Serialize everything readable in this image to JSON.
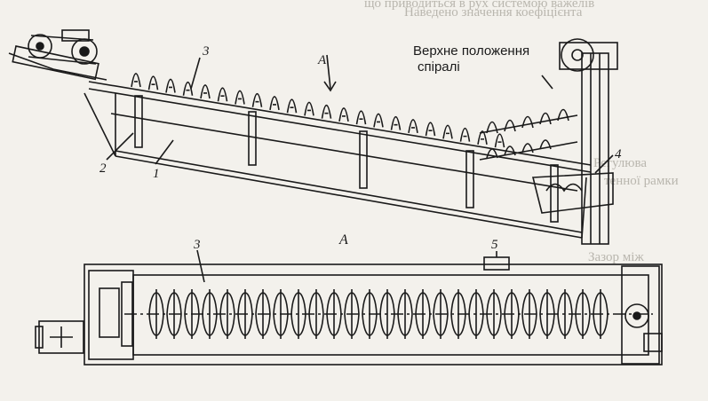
{
  "background_text": [
    "що приводиться в рух системою важелів",
    "Наведено значення коефіцієнта",
    "Регулюва",
    "тенної рамки",
    "Зазор між"
  ],
  "labels": {
    "top_positions": "Верхне положення",
    "spiral": "спіралі",
    "view_a_arrow": "A",
    "view_a_title": "A"
  },
  "part_numbers": {
    "n1": "1",
    "n2": "2",
    "n3_top": "3",
    "n3_bottom": "3",
    "n4": "4",
    "n5": "5"
  },
  "colors": {
    "ink": "#1a1a1a",
    "paper": "#f3f1ec",
    "bleed": "#b9b6ae"
  }
}
